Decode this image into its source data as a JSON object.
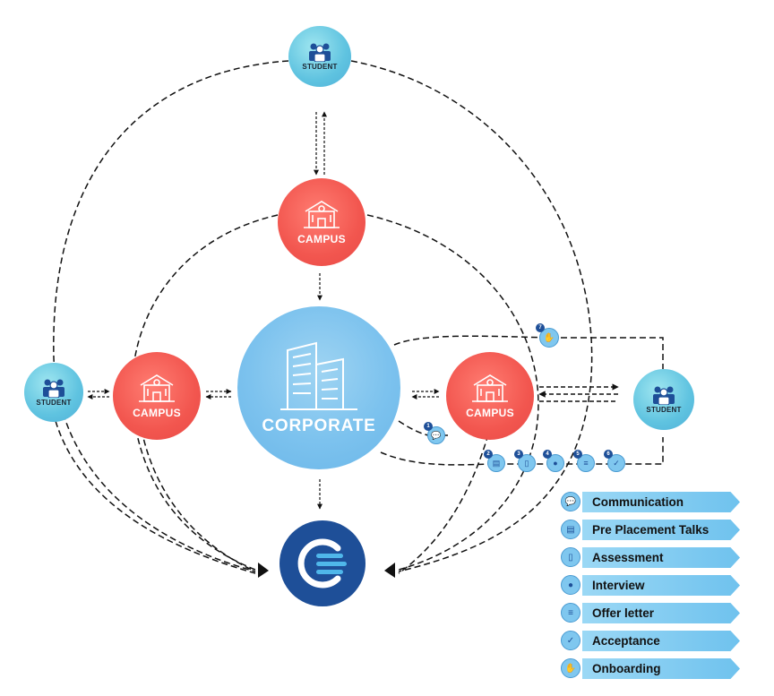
{
  "nodes": {
    "student_top": "STUDENT",
    "student_left": "STUDENT",
    "student_right": "STUDENT",
    "campus_top": "CAMPUS",
    "campus_left": "CAMPUS",
    "campus_right": "CAMPUS",
    "corporate": "CORPORATE"
  },
  "steps": [
    "1",
    "2",
    "3",
    "4",
    "5",
    "6",
    "7"
  ],
  "legend": {
    "items": [
      {
        "label": "Communication",
        "icon": "chat-icon"
      },
      {
        "label": "Pre Placement Talks",
        "icon": "presentation-icon"
      },
      {
        "label": "Assessment",
        "icon": "document-icon"
      },
      {
        "label": "Interview",
        "icon": "meeting-icon"
      },
      {
        "label": "Offer letter",
        "icon": "letter-icon"
      },
      {
        "label": "Acceptance",
        "icon": "check-icon"
      },
      {
        "label": "Onboarding",
        "icon": "handshake-icon"
      }
    ]
  },
  "colors": {
    "student": "#5fc3e0",
    "campus": "#f2564f",
    "corporate": "#7cc2ee",
    "logo": "#1e4f98",
    "legend_bar": "#7cc8f0"
  }
}
